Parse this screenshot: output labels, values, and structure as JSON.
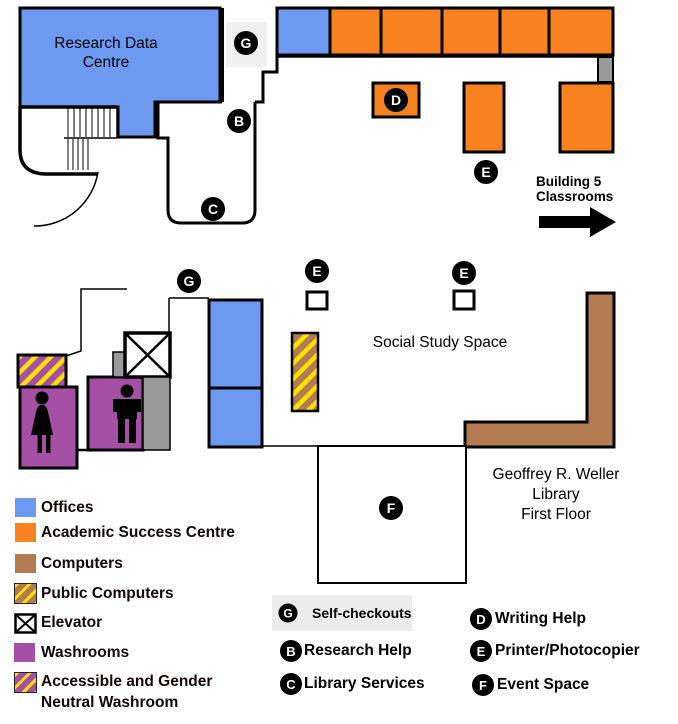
{
  "colors": {
    "offices": "#6d9af0",
    "asc": "#f8821f",
    "computers": "#b27b52",
    "washrooms": "#a650a5",
    "yellow": "#ffe100",
    "gray": "#9a9a9a"
  },
  "map": {
    "labels": {
      "research_data_centre": {
        "line1": "Research Data",
        "line2": "Centre"
      },
      "building5": {
        "line1": "Building 5",
        "line2": "Classrooms"
      },
      "social_study_space": "Social Study Space",
      "library": {
        "line1": "Geoffrey R. Weller",
        "line2": "Library",
        "line3": "First Floor"
      }
    },
    "markers": {
      "g_top": "G",
      "b": "B",
      "c": "C",
      "d": "D",
      "e_top": "E",
      "g_mid": "G",
      "e_left": "E",
      "e_right": "E",
      "f": "F"
    }
  },
  "legend_colors": {
    "items": [
      {
        "key": "offices",
        "label": "Offices"
      },
      {
        "key": "asc",
        "label": "Academic Success Centre"
      },
      {
        "key": "computers",
        "label": "Computers"
      },
      {
        "key": "public_computers",
        "label": "Public Computers"
      },
      {
        "key": "elevator",
        "label": "Elevator"
      },
      {
        "key": "washrooms",
        "label": "Washrooms"
      },
      {
        "key": "accessible",
        "label": "Accessible and Gender",
        "label2": "Neutral Washroom"
      }
    ]
  },
  "legend_markers": {
    "items": [
      {
        "letter": "G",
        "label": "Self-checkouts"
      },
      {
        "letter": "B",
        "label": "Research Help"
      },
      {
        "letter": "C",
        "label": "Library Services"
      },
      {
        "letter": "D",
        "label": "Writing Help"
      },
      {
        "letter": "E",
        "label": "Printer/Photocopier"
      },
      {
        "letter": "F",
        "label": "Event Space"
      }
    ]
  }
}
